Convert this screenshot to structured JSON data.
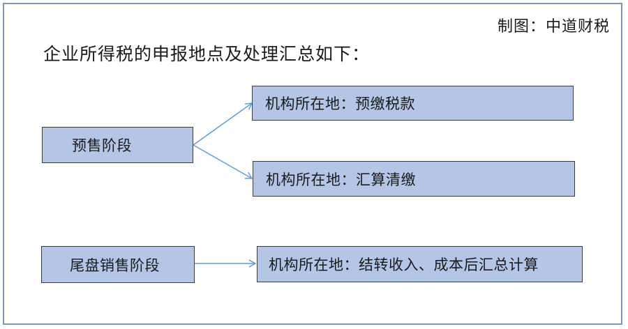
{
  "diagram": {
    "credit": "制图：中道财税",
    "heading": "企业所得税的申报地点及处理汇总如下：",
    "presale_stage": "预售阶段",
    "presale_outcome_1": "机构所在地：预缴税款",
    "presale_outcome_2": "机构所在地：汇算清缴",
    "final_sale_stage": "尾盘销售阶段",
    "final_sale_outcome": "机构所在地：结转收入、成本后汇总计算"
  },
  "colors": {
    "box_fill": "#b4c5e6",
    "box_border": "#3a3a3a",
    "arrow": "#5b9bd5",
    "frame_border": "#7f95b8"
  }
}
